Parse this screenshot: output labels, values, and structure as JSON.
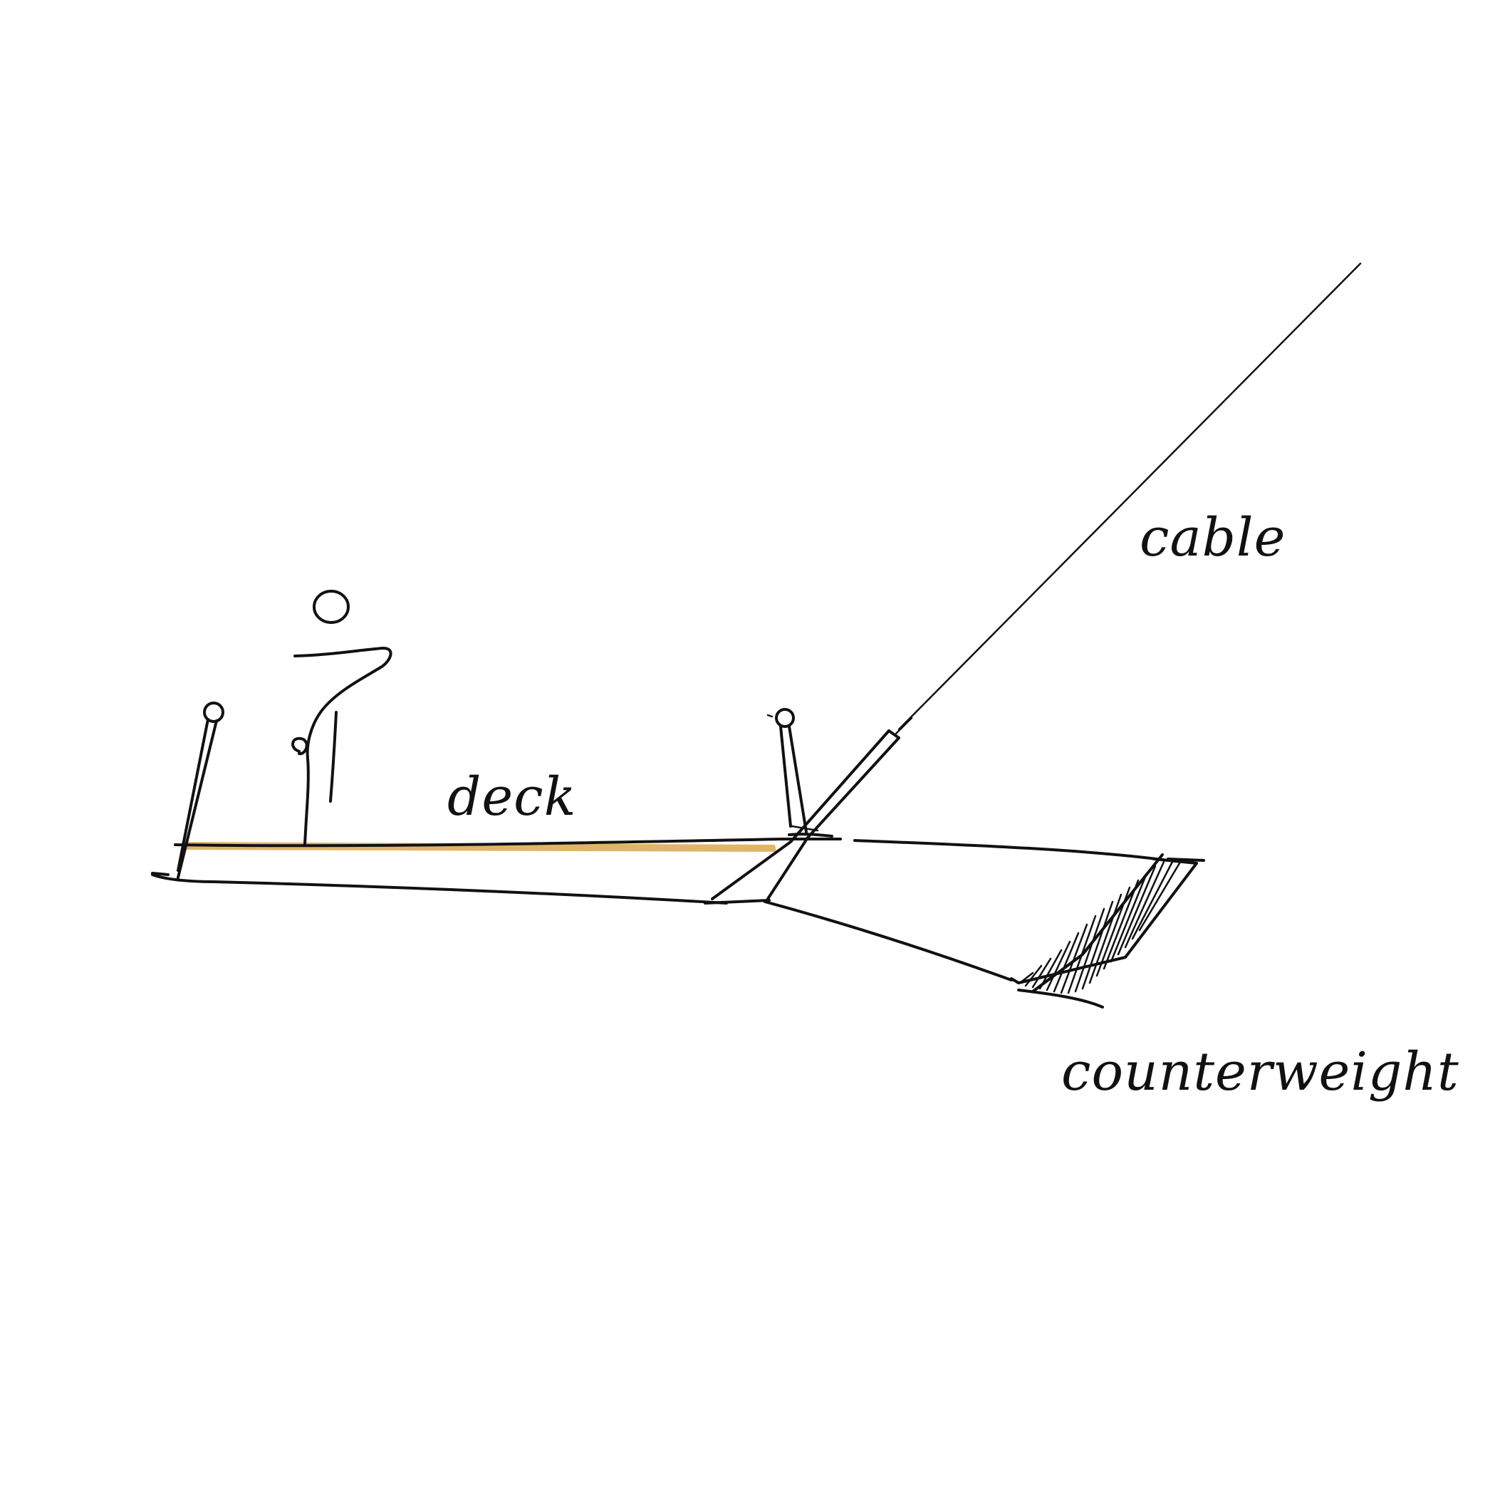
{
  "labels": {
    "deck": "deck",
    "cable": "cable",
    "counterweight": "counterweight"
  },
  "colors": {
    "ink": "#111111",
    "deck_highlight": "#E0B56A",
    "background": "#ffffff"
  }
}
